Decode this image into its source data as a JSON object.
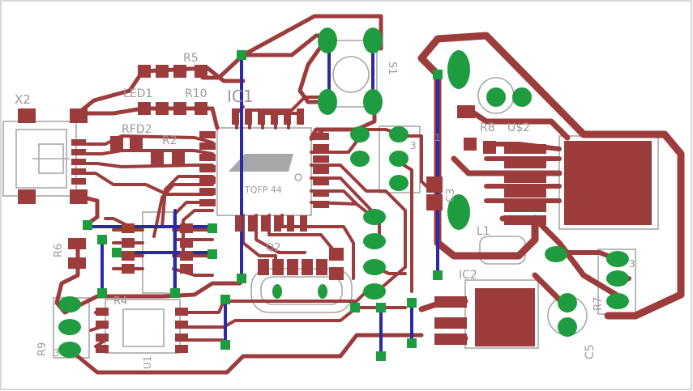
{
  "board": {
    "labels": {
      "x2": "X2",
      "r5": "R5",
      "led1": "LED1",
      "r10": "R10",
      "ic1": "IC1",
      "rfd2": "RFD2",
      "r2": "R2",
      "chip_text": "TQFP 44",
      "r6": "R6",
      "r9": "R9",
      "r8": "R8",
      "us2": "U$2",
      "l1": "L1",
      "ic2": "IC2",
      "c3": "C3",
      "r4": "R4",
      "r7": "R7",
      "c5": "C5",
      "u1": "U1",
      "s1": "S1",
      "q2": "Q2",
      "pin_1": "1",
      "pin_3": "3",
      "pin_3b": "3",
      "pin_3c": "3"
    },
    "colors": {
      "background": "#ffffff",
      "copper_top": "#9c3c3c",
      "copper_bottom": "#2a2aa8",
      "through_hole": "#1f9c3f",
      "silkscreen": "#a8a8a8"
    }
  }
}
